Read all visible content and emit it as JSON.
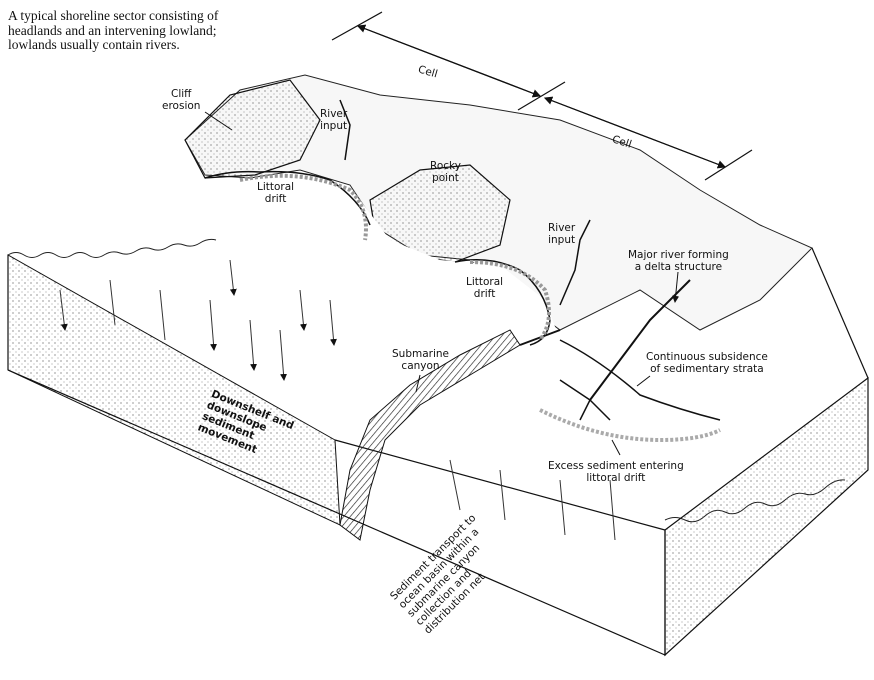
{
  "caption": {
    "lines": [
      "A typical shoreline sector consisting of",
      "headlands and an intervening lowland;",
      "lowlands usually contain rivers."
    ]
  },
  "labels": {
    "cell_1": "Cell",
    "cell_2": "Cell",
    "cliff_erosion": [
      "Cliff",
      "erosion"
    ],
    "river_input_1": [
      "River",
      "input"
    ],
    "rocky_point": [
      "Rocky",
      "point"
    ],
    "littoral_drift_1": [
      "Littoral",
      "drift"
    ],
    "river_input_2": [
      "River",
      "input"
    ],
    "major_river": [
      "Major river forming",
      "a delta structure"
    ],
    "littoral_drift_2": [
      "Littoral",
      "drift"
    ],
    "submarine_canyon": [
      "Submarine",
      "canyon"
    ],
    "continuous_subsidence": [
      "Continuous subsidence",
      "of sedimentary strata"
    ],
    "downshelf": [
      "Downshelf and",
      "downslope",
      "sediment",
      "movement"
    ],
    "excess_sediment": [
      "Excess sediment entering",
      "littoral drift"
    ],
    "sediment_transport": [
      "Sediment transport to",
      "ocean basin within a",
      "submarine canyon",
      "collection and",
      "distribution net"
    ]
  }
}
